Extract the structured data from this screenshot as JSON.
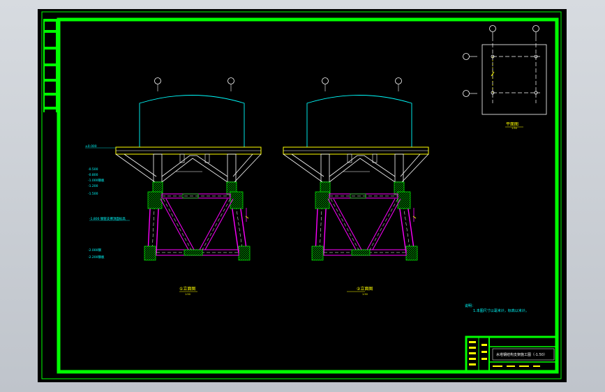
{
  "colors": {
    "background": "#000000",
    "border": "#00ff00",
    "tank": "#00ffff",
    "frame": "#ff00ff",
    "text": "#00ffff",
    "highlight": "#ffff00",
    "structure": "#ffffff"
  },
  "views": {
    "left_title": "①立面图",
    "left_scale": "1:50",
    "right_title": "②立面图",
    "right_scale": "1:50"
  },
  "plan": {
    "title": "平面图",
    "scale": "1:50"
  },
  "notes": {
    "line1": "说明：",
    "line2": "1.本图尺寸以毫米计，标高以米计。"
  },
  "title_block": {
    "drawing_name": "水塔钢结构支架施工图（-1.50）"
  },
  "labels": [
    "±0.000",
    "-0.500",
    "-0.800",
    "-1.000钢板",
    "-1.200",
    "-1.500",
    "-1.800 钢管支撑顶面标高",
    "-2.000钢",
    "-2.200钢板"
  ]
}
